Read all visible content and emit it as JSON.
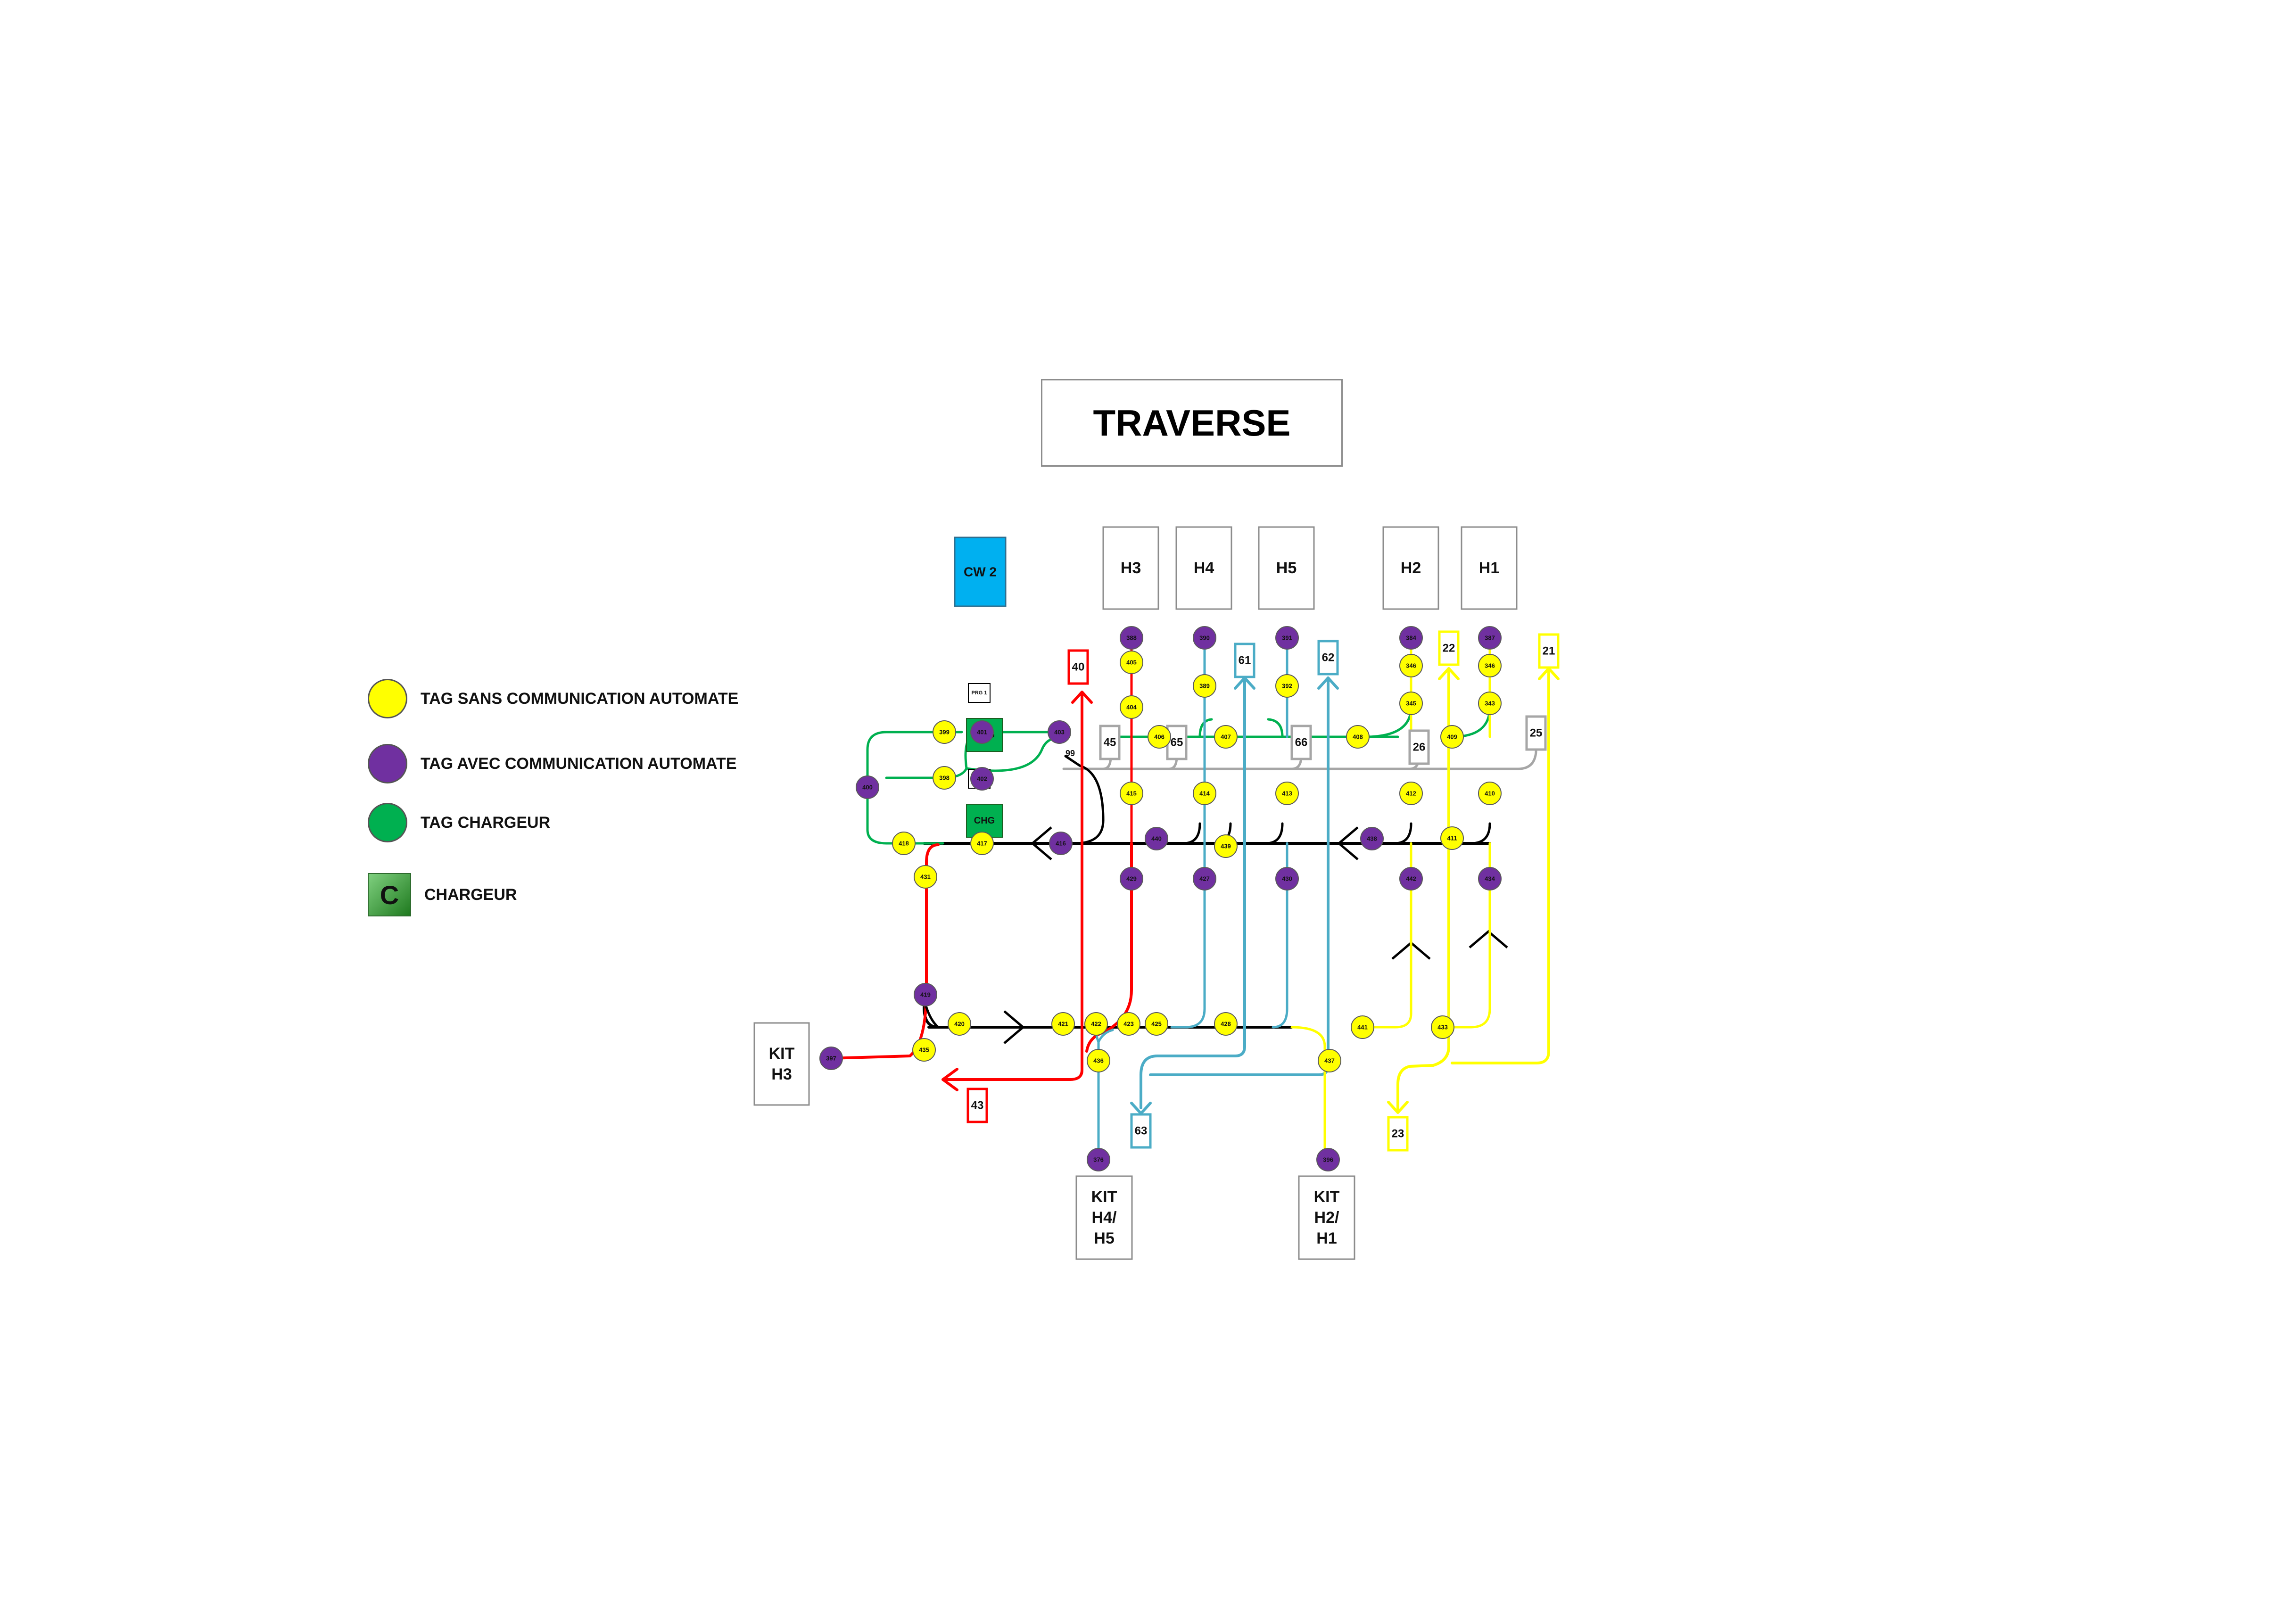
{
  "title": "TRAVERSE",
  "colors": {
    "tag_yellow": "#ffff00",
    "tag_purple": "#7030a0",
    "tag_green": "#00b050",
    "charger": "#00b050",
    "cw_blue": "#00b0f0",
    "line_red": "#ff0000",
    "line_blue": "#4bacc6",
    "line_yellow": "#ffff00",
    "line_green": "#00b050",
    "line_gray": "#a6a6a6",
    "line_black": "#000000"
  },
  "legend": [
    {
      "kind": "yellow-tag",
      "label": "TAG SANS COMMUNICATION AUTOMATE"
    },
    {
      "kind": "purple-tag",
      "label": "TAG AVEC COMMUNICATION AUTOMATE"
    },
    {
      "kind": "green-tag",
      "label": "TAG CHARGEUR"
    },
    {
      "kind": "charger",
      "symbol": "C",
      "label": "CHARGEUR"
    }
  ],
  "station_boxes": [
    {
      "id": "h3",
      "label": "H3"
    },
    {
      "id": "h4",
      "label": "H4"
    },
    {
      "id": "h5",
      "label": "H5"
    },
    {
      "id": "h2",
      "label": "H2"
    },
    {
      "id": "h1",
      "label": "H1"
    },
    {
      "id": "kit-h3",
      "label": "KIT H3",
      "lines": [
        "KIT",
        "H3"
      ]
    },
    {
      "id": "kit-h4-h5",
      "label": "KIT H4/ H5",
      "lines": [
        "KIT",
        "H4/",
        "H5"
      ]
    },
    {
      "id": "kit-h2-h1",
      "label": "KIT H2/ H1",
      "lines": [
        "KIT",
        "H2/",
        "H1"
      ]
    }
  ],
  "cw_box": {
    "label": "CW 2"
  },
  "chargers": [
    {
      "id": "chg-top",
      "label": "CHG",
      "tag": "PRG 1"
    },
    {
      "id": "chg-bottom",
      "label": "CHG",
      "tag": "PRG 1"
    }
  ],
  "destinations": [
    {
      "id": "d40",
      "label": "40",
      "color": "red"
    },
    {
      "id": "d43",
      "label": "43",
      "color": "red"
    },
    {
      "id": "d61",
      "label": "61",
      "color": "blue"
    },
    {
      "id": "d62",
      "label": "62",
      "color": "blue"
    },
    {
      "id": "d63",
      "label": "63",
      "color": "blue"
    },
    {
      "id": "d22",
      "label": "22",
      "color": "yellow"
    },
    {
      "id": "d21",
      "label": "21",
      "color": "yellow"
    },
    {
      "id": "d23",
      "label": "23",
      "color": "yellow"
    },
    {
      "id": "d45",
      "label": "45",
      "color": "gray"
    },
    {
      "id": "d65",
      "label": "65",
      "color": "gray"
    },
    {
      "id": "d66",
      "label": "66",
      "color": "gray"
    },
    {
      "id": "d26",
      "label": "26",
      "color": "gray"
    },
    {
      "id": "d25",
      "label": "25",
      "color": "gray"
    }
  ],
  "tags": [
    {
      "id": "t388",
      "label": "388",
      "type": "purple"
    },
    {
      "id": "t405",
      "label": "405",
      "type": "yellow"
    },
    {
      "id": "t404",
      "label": "404",
      "type": "yellow"
    },
    {
      "id": "t415",
      "label": "415",
      "type": "yellow"
    },
    {
      "id": "t390",
      "label": "390",
      "type": "purple"
    },
    {
      "id": "t389",
      "label": "389",
      "type": "yellow"
    },
    {
      "id": "t406",
      "label": "406",
      "type": "yellow"
    },
    {
      "id": "t407",
      "label": "407",
      "type": "yellow"
    },
    {
      "id": "t414",
      "label": "414",
      "type": "yellow"
    },
    {
      "id": "t391",
      "label": "391",
      "type": "purple"
    },
    {
      "id": "t392",
      "label": "392",
      "type": "yellow"
    },
    {
      "id": "t413",
      "label": "413",
      "type": "yellow"
    },
    {
      "id": "t384",
      "label": "384",
      "type": "purple"
    },
    {
      "id": "t346a",
      "label": "346",
      "type": "yellow"
    },
    {
      "id": "t345",
      "label": "345",
      "type": "yellow"
    },
    {
      "id": "t408",
      "label": "408",
      "type": "yellow"
    },
    {
      "id": "t412",
      "label": "412",
      "type": "yellow"
    },
    {
      "id": "t387",
      "label": "387",
      "type": "purple"
    },
    {
      "id": "t346b",
      "label": "346",
      "type": "yellow"
    },
    {
      "id": "t343",
      "label": "343",
      "type": "yellow"
    },
    {
      "id": "t409",
      "label": "409",
      "type": "yellow"
    },
    {
      "id": "t410",
      "label": "410",
      "type": "yellow"
    },
    {
      "id": "t411",
      "label": "411",
      "type": "yellow"
    },
    {
      "id": "t399",
      "label": "399",
      "type": "yellow"
    },
    {
      "id": "t401",
      "label": "401",
      "type": "purple"
    },
    {
      "id": "t403",
      "label": "403",
      "type": "purple"
    },
    {
      "id": "t398",
      "label": "398",
      "type": "yellow"
    },
    {
      "id": "t402",
      "label": "402",
      "type": "purple"
    },
    {
      "id": "t400",
      "label": "400",
      "type": "purple"
    },
    {
      "id": "t418",
      "label": "418",
      "type": "yellow"
    },
    {
      "id": "t417",
      "label": "417",
      "type": "yellow"
    },
    {
      "id": "t416",
      "label": "416",
      "type": "purple"
    },
    {
      "id": "t440",
      "label": "440",
      "type": "purple"
    },
    {
      "id": "t439",
      "label": "439",
      "type": "yellow"
    },
    {
      "id": "t438",
      "label": "438",
      "type": "purple"
    },
    {
      "id": "t431",
      "label": "431",
      "type": "yellow"
    },
    {
      "id": "t429",
      "label": "429",
      "type": "purple"
    },
    {
      "id": "t427",
      "label": "427",
      "type": "purple"
    },
    {
      "id": "t430",
      "label": "430",
      "type": "purple"
    },
    {
      "id": "t442",
      "label": "442",
      "type": "purple"
    },
    {
      "id": "t434",
      "label": "434",
      "type": "purple"
    },
    {
      "id": "t419",
      "label": "419",
      "type": "purple"
    },
    {
      "id": "t420",
      "label": "420",
      "type": "yellow"
    },
    {
      "id": "t421",
      "label": "421",
      "type": "yellow"
    },
    {
      "id": "t422",
      "label": "422",
      "type": "yellow"
    },
    {
      "id": "t423",
      "label": "423",
      "type": "yellow"
    },
    {
      "id": "t425",
      "label": "425",
      "type": "yellow"
    },
    {
      "id": "t428",
      "label": "428",
      "type": "yellow"
    },
    {
      "id": "t441",
      "label": "441",
      "type": "yellow"
    },
    {
      "id": "t433",
      "label": "433",
      "type": "yellow"
    },
    {
      "id": "t435",
      "label": "435",
      "type": "yellow"
    },
    {
      "id": "t397",
      "label": "397",
      "type": "purple"
    },
    {
      "id": "t436",
      "label": "436",
      "type": "yellow"
    },
    {
      "id": "t437",
      "label": "437",
      "type": "yellow"
    },
    {
      "id": "t376",
      "label": "376",
      "type": "purple"
    },
    {
      "id": "t396",
      "label": "396",
      "type": "purple"
    }
  ],
  "small_labels": [
    {
      "id": "lbl99",
      "label": "99"
    }
  ]
}
